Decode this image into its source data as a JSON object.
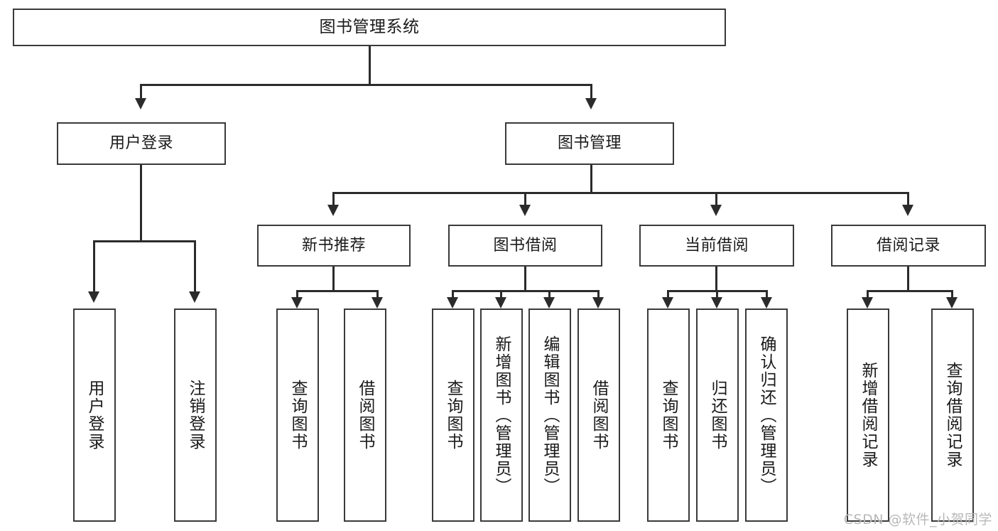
{
  "diagram": {
    "type": "tree-hierarchy-diagram",
    "title": "图书管理系统",
    "background_color": "#ffffff",
    "box_border_color": "#3a3a3a",
    "connector_color": "#2b2b2b",
    "text_color": "#1a1a1a",
    "nodes": {
      "root": {
        "label": "图书管理系统"
      },
      "level2": [
        {
          "label": "用户登录"
        },
        {
          "label": "图书管理"
        }
      ],
      "level3": [
        {
          "label": "新书推荐"
        },
        {
          "label": "图书借阅"
        },
        {
          "label": "当前借阅"
        },
        {
          "label": "借阅记录"
        }
      ],
      "leaves": {
        "user_login": [
          {
            "label": "用户登录"
          },
          {
            "label": "注销登录"
          }
        ],
        "new_book_recommend": [
          {
            "label": "查询图书"
          },
          {
            "label": "借阅图书"
          }
        ],
        "book_borrow": [
          {
            "label": "查询图书"
          },
          {
            "label": "新增图书（管理员）"
          },
          {
            "label": "编辑图书（管理员）"
          },
          {
            "label": "借阅图书"
          }
        ],
        "current_borrow": [
          {
            "label": "查询图书"
          },
          {
            "label": "归还图书"
          },
          {
            "label": "确认归还（管理员）"
          }
        ],
        "borrow_record": [
          {
            "label": "新增借阅记录"
          },
          {
            "label": "查询借阅记录"
          }
        ]
      }
    },
    "watermark": "CSDN @软件_小贺同学"
  }
}
